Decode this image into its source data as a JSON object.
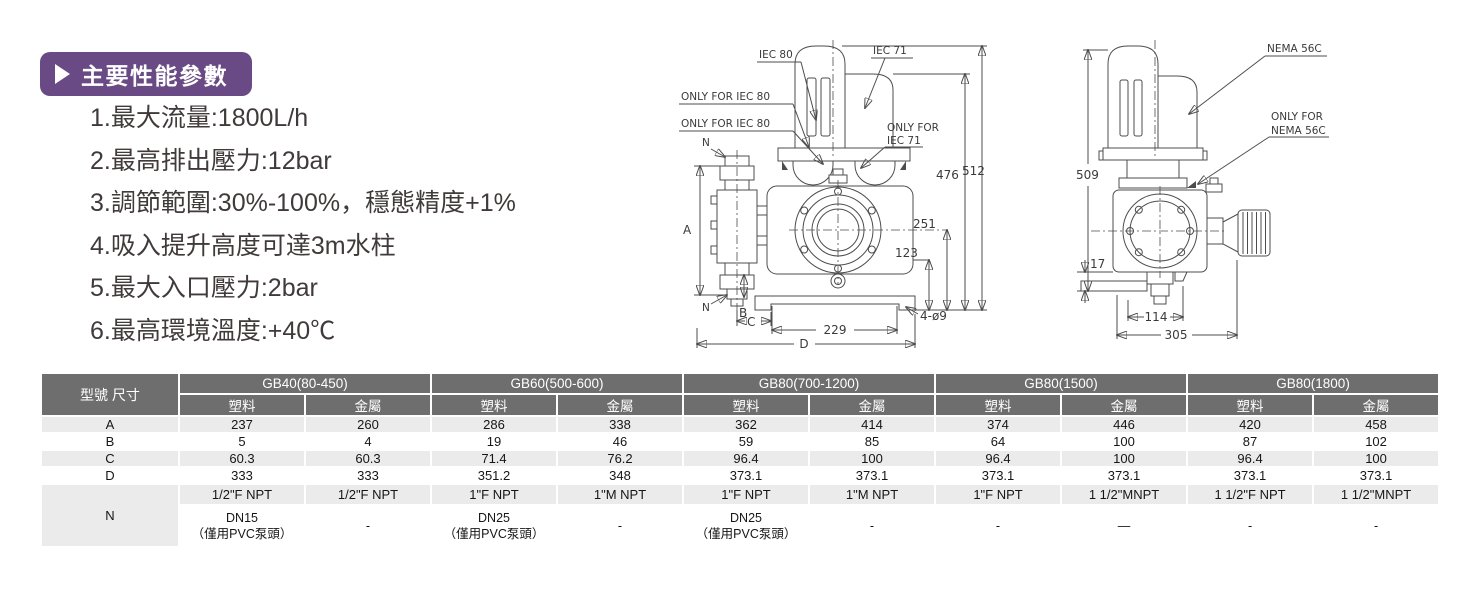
{
  "badge": {
    "label": "主要性能參數"
  },
  "specs": {
    "items": [
      "1.最大流量:1800L/h",
      "2.最高排出壓力:12bar",
      "3.調節範圍:30%-100%，穩態精度+1%",
      "4.吸入提升高度可達3m水柱",
      "5.最大入口壓力:2bar",
      "6.最高環境溫度:+40℃"
    ]
  },
  "drawing_left": {
    "iec80": "IEC 80",
    "iec71": "IEC 71",
    "only_iec80_a": "ONLY FOR IEC 80",
    "only_iec80_b": "ONLY FOR IEC 80",
    "only_iec71_1": "ONLY FOR",
    "only_iec71_2": "IEC 71",
    "n_top": "N",
    "n_bottom": "N",
    "dim_a": "A",
    "dim_b": "B",
    "dim_c": "C",
    "dim_d": "D",
    "dim_229": "229",
    "dim_251": "251",
    "dim_123": "123",
    "dim_476": "476",
    "dim_512": "512",
    "holes": "4-ø9"
  },
  "drawing_right": {
    "nema": "NEMA 56C",
    "only_nema_1": "ONLY FOR",
    "only_nema_2": "NEMA 56C",
    "dim_509": "509",
    "dim_17": "17",
    "dim_114": "114",
    "dim_305": "305"
  },
  "table": {
    "corner": "型號 尺寸",
    "groups": [
      "GB40(80-450)",
      "GB60(500-600)",
      "GB80(700-1200)",
      "GB80(1500)",
      "GB80(1800)"
    ],
    "material_headers": [
      "塑料",
      "金屬",
      "塑料",
      "金屬",
      "塑料",
      "金屬",
      "塑料",
      "金屬",
      "塑料",
      "金屬"
    ],
    "rows": [
      {
        "label": "A",
        "values": [
          "237",
          "260",
          "286",
          "338",
          "362",
          "414",
          "374",
          "446",
          "420",
          "458"
        ]
      },
      {
        "label": "B",
        "values": [
          "5",
          "4",
          "19",
          "46",
          "59",
          "85",
          "64",
          "100",
          "87",
          "102"
        ]
      },
      {
        "label": "C",
        "values": [
          "60.3",
          "60.3",
          "71.4",
          "76.2",
          "96.4",
          "100",
          "96.4",
          "100",
          "96.4",
          "100"
        ]
      },
      {
        "label": "D",
        "values": [
          "333",
          "333",
          "351.2",
          "348",
          "373.1",
          "373.1",
          "373.1",
          "373.1",
          "373.1",
          "373.1"
        ]
      }
    ],
    "n_label": "N",
    "npt_row": [
      "1/2\"F NPT",
      "1/2\"F NPT",
      "1\"F NPT",
      "1\"M NPT",
      "1\"F NPT",
      "1\"M NPT",
      "1\"F NPT",
      "1 1/2\"MNPT",
      "1 1/2\"F NPT",
      "1 1/2\"MNPT"
    ],
    "dn_row": [
      "DN15\n（僅用PVC泵頭）",
      "-",
      "DN25\n（僅用PVC泵頭）",
      "-",
      "DN25\n（僅用PVC泵頭）",
      "-",
      "-",
      "—",
      "-",
      "-"
    ]
  },
  "colors": {
    "accent": "#694a85",
    "table_header": "#6e6e6e",
    "row_alt": "#ebebeb",
    "line": "#4d4d4d"
  }
}
